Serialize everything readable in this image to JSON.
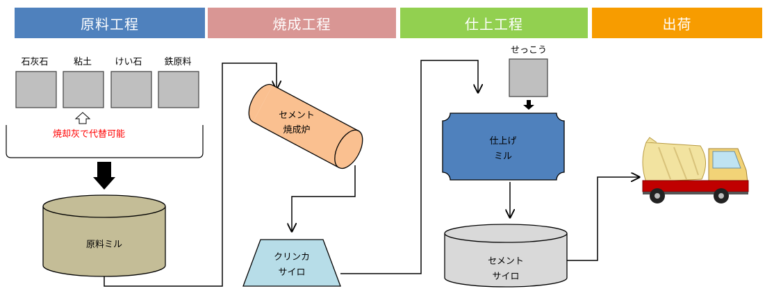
{
  "stages": [
    {
      "label": "原料工程",
      "color": "#4f81bd"
    },
    {
      "label": "焼成工程",
      "color": "#d99694"
    },
    {
      "label": "仕上工程",
      "color": "#92d050"
    },
    {
      "label": "出荷",
      "color": "#f79c00"
    }
  ],
  "raw_materials": {
    "items": [
      "石灰石",
      "粘土",
      "けい石",
      "鉄原料"
    ],
    "note": "焼却灰で代替可能",
    "note_color": "#ff0000"
  },
  "equipment": {
    "raw_mill": "原料ミル",
    "kiln_line1": "セメント",
    "kiln_line2": "焼成炉",
    "clinker_silo_line1": "クリンカ",
    "clinker_silo_line2": "サイロ",
    "gypsum": "せっこう",
    "finish_mill_line1": "仕上げ",
    "finish_mill_line2": "ミル",
    "cement_silo_line1": "セメント",
    "cement_silo_line2": "サイロ"
  },
  "colors": {
    "raw_box": "#bfbfbf",
    "raw_mill": "#c4bd97",
    "kiln": "#fac090",
    "clinker_silo": "#b7dde8",
    "finish_mill": "#4f81bd",
    "cement_silo": "#d9d9d9",
    "truck_body": "#c00000",
    "truck_drum": "#f2e3a0",
    "truck_cab": "#f2d377"
  }
}
